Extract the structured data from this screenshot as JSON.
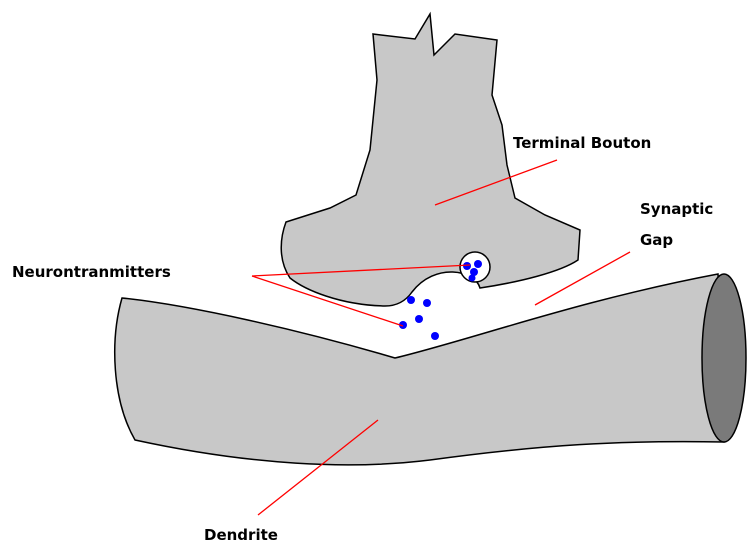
{
  "labels": {
    "terminal_bouton": "Terminal Bouton",
    "synaptic_gap_line1": "Synaptic",
    "synaptic_gap_line2": "Gap",
    "neurotransmitters": "Neurontranmitters",
    "dendrite": "Dendrite"
  },
  "colors": {
    "background": "#ffffff",
    "structure_fill": "#c8c8c8",
    "dendrite_end_fill": "#7a7a7a",
    "outline": "#000000",
    "leader_line": "#ff0000",
    "neurotransmitter": "#0000ff",
    "label_text": "#000000"
  },
  "icons": {
    "neurotransmitter_dot": "filled-circle",
    "vesicle": "outlined-circle"
  }
}
